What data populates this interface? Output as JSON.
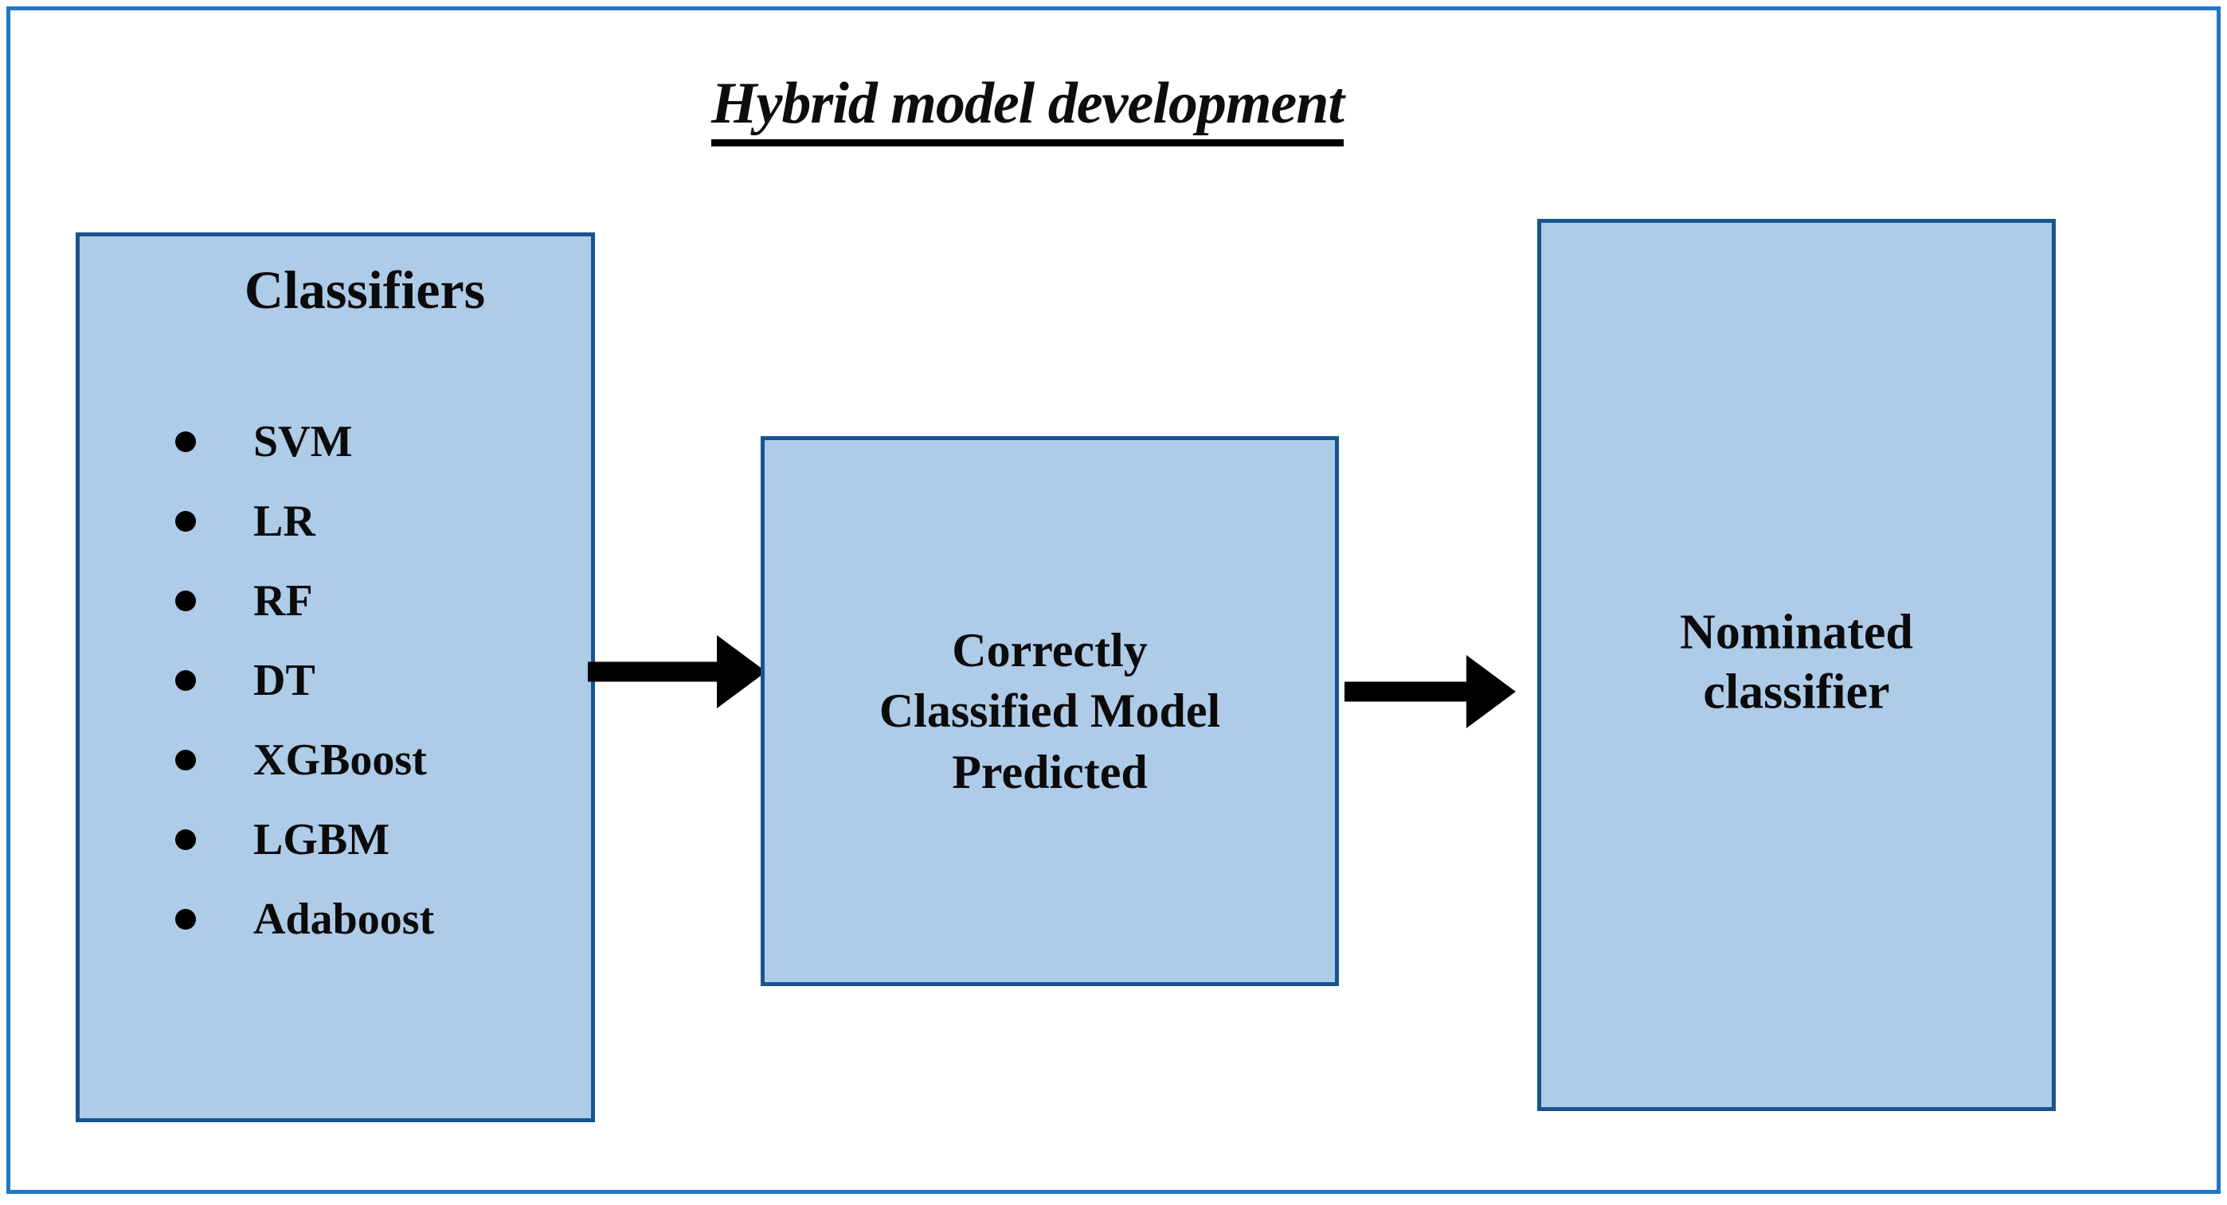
{
  "figure": {
    "title": "Hybrid model development",
    "background_color": "#ffffff",
    "frame_color": "#1f77c4",
    "box_fill_color": "#aecbe8",
    "box_border_color": "#17548f",
    "arrow_color": "#000000"
  },
  "boxes": {
    "classifiers": {
      "heading": "Classifiers",
      "items": [
        "SVM",
        "LR",
        "RF",
        "DT",
        "XGBoost",
        "LGBM",
        "Adaboost"
      ]
    },
    "correctly_classified": {
      "line1": "Correctly",
      "line2": "Classified Model",
      "line3": "Predicted"
    },
    "nominated": {
      "line1": "Nominated",
      "line2": "classifier"
    }
  },
  "arrows": [
    {
      "name": "classifiers-to-correctly-classified",
      "direction": "right"
    },
    {
      "name": "correctly-classified-to-nominated",
      "direction": "right"
    }
  ]
}
